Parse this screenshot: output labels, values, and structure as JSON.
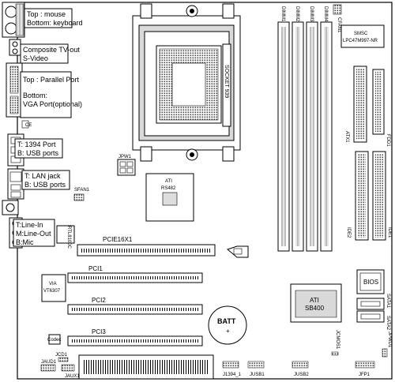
{
  "io_panel": {
    "mouse_keyboard": {
      "line1": "Top : mouse",
      "line2": "Bottom: keyboard"
    },
    "tv_out": {
      "line1": "Composite TV-out",
      "line2": "S-Video"
    },
    "parallel_vga": {
      "line1": "Top : Parallel Port",
      "line2": "Bottom:",
      "line3": "VGA Port(optional)"
    },
    "ieee_usb": {
      "line1": "T:  1394 Port",
      "line2": "B: USB ports"
    },
    "lan_usb": {
      "line1": "T:  LAN jack",
      "line2": "B: USB ports"
    },
    "audio": {
      "line1": "T:Line-In",
      "line2": "M:Line-Out",
      "line3": "B:Mic"
    }
  },
  "board": {
    "socket": "SOCKET 939",
    "jpw1": "JPW1",
    "north_bridge": {
      "line1": "ATI",
      "line2": "RS482"
    },
    "sfan1": "SFAN1",
    "cfan1": "CFAN1",
    "dimms": [
      "DIMM1",
      "DIMM2",
      "DIMM3",
      "DIMM4"
    ],
    "smsc": {
      "line1": "SMSC",
      "line2": "LPC47M997-NR"
    },
    "atx1": "ATX1",
    "fdd1": "FDD1",
    "ide2": "IDE2",
    "ide1": "IDE1",
    "lan_chip": "RTL8100C",
    "pcie": "PCIE16X1",
    "pci1": "PCI1",
    "pci2": "PCI2",
    "pci3": "PCI3",
    "via": {
      "line1": "VIA",
      "line2": "VT6307"
    },
    "batt": {
      "line1": "BATT",
      "line2": "+"
    },
    "bios": "BIOS",
    "south_bridge": {
      "line1": "ATI",
      "line2": "SB400"
    },
    "sata2": "SATA2",
    "sata1": "SATA1",
    "jcmos1": "JCMOS1",
    "jpwd1": "JPWD1",
    "codec": "Codec",
    "jcd1": "JCD1",
    "jaud1": "JAUD1",
    "jaux1": "JAUX1",
    "j1394": "J1394_1",
    "jusb1": "JUSB1",
    "jusb2": "JUSB2",
    "jfp1": "JFP1",
    "ce": "CE"
  }
}
